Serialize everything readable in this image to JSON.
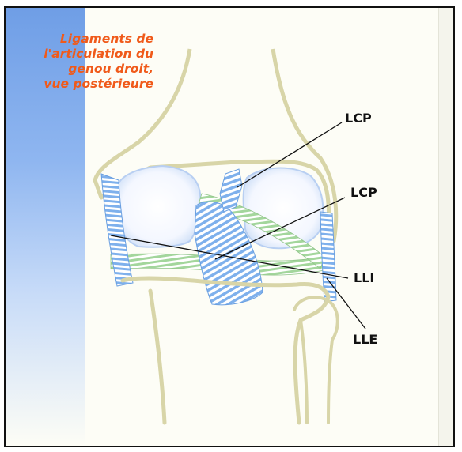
{
  "title_lines": [
    "Ligaments de",
    "l'articulation du",
    "genou droit,",
    "vue postérieure"
  ],
  "labels": {
    "lcp_upper": "LCP",
    "lcp_lower": "LCP",
    "lli": "LLI",
    "lle": "LLE"
  },
  "colors": {
    "title": "#f05a1a",
    "bone_outline": "#d8d5a8",
    "ligament_blue": "#7eb0ec",
    "ligament_green": "#9fd39a",
    "band_blue": "#6f9ee6"
  }
}
